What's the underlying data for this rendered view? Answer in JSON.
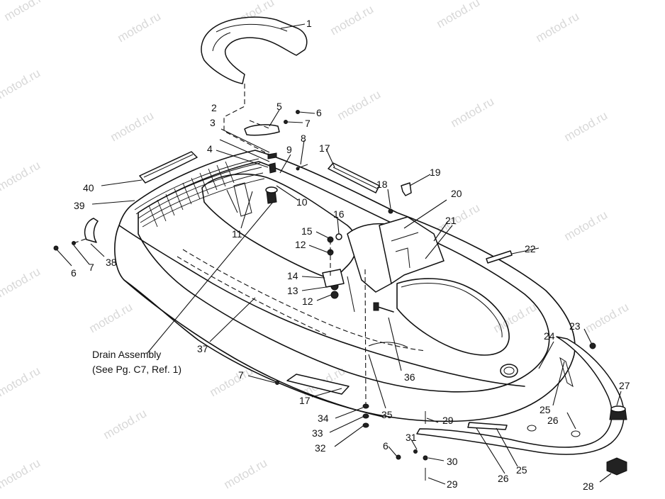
{
  "watermark": "motod.ru",
  "callouts": {
    "c1": "1",
    "c2": "2",
    "c3": "3",
    "c4": "4",
    "c5": "5",
    "c6a": "6",
    "c6b": "6",
    "c6c": "6",
    "c7a": "7",
    "c7b": "7",
    "c7c": "7",
    "c8": "8",
    "c9": "9",
    "c10": "10",
    "c11": "11",
    "c12a": "12",
    "c12b": "12",
    "c13": "13",
    "c14": "14",
    "c15": "15",
    "c16": "16",
    "c17a": "17",
    "c17b": "17",
    "c18": "18",
    "c19": "19",
    "c20": "20",
    "c21": "21",
    "c22": "22",
    "c23": "23",
    "c24": "24",
    "c25a": "25",
    "c25b": "25",
    "c26a": "26",
    "c26b": "26",
    "c27": "27",
    "c28": "28",
    "c29a": "29",
    "c29b": "29",
    "c30": "30",
    "c31": "31",
    "c32": "32",
    "c33": "33",
    "c34": "34",
    "c35": "35",
    "c36": "36",
    "c37": "37",
    "c38": "38",
    "c39": "39",
    "c40": "40"
  },
  "note": {
    "line1": "Drain Assembly",
    "line2": "(See Pg. C7, Ref. 1)"
  }
}
